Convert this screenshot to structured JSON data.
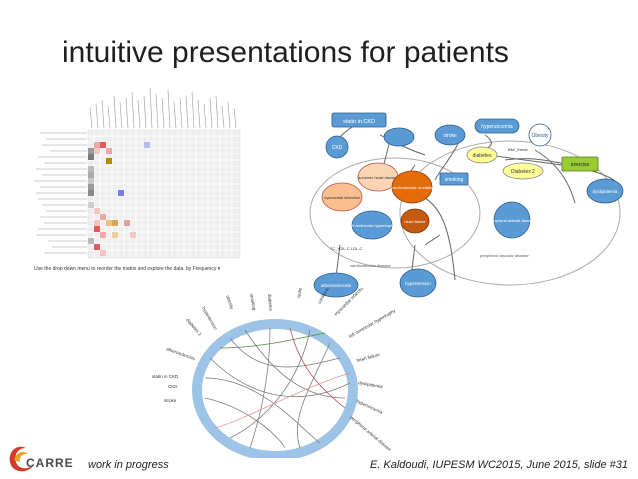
{
  "slide": {
    "title": "intuitive presentations for patients",
    "footer_left": "work in progress",
    "footer_right": "E. Kaldoudi, IUPESM WC2015, June 2015, slide #31",
    "logo_text": "CARRE"
  },
  "matrix_caption": "Use the drop down menu to reorder the matrix and explore the data. by Frequency ▾",
  "graph_nodes": {
    "statin": "statin in CKD",
    "ckd": "CKD",
    "smoking": "smoking",
    "stroke": "stroke",
    "hyperuricemia": "hyperuricemia",
    "obesity": "Obesity",
    "diabetes": "diabetes",
    "bmi": "BMI_threat",
    "diabetes2": "Diabetes 2",
    "exercise": "exercise",
    "ischemic": "ischemic heart disease",
    "cvmortality": "cardiovascular mortality",
    "mi": "myocardial infarction",
    "hf": "heart failure",
    "lvh": "left ventricular hypertrophy",
    "dyslipidemia": "dyslipidemia",
    "pad": "peripheral arterial disease",
    "atherosclerosis": "atherosclerosis",
    "hypertension": "hypertension",
    "tc": "TC_HDL-C LDL-C",
    "cvd_label": "cardiovascular disease",
    "pvd_label": "peripheral vascular disease"
  },
  "chord_labels": [
    "hypertension",
    "obesity",
    "smoking",
    "diabetes",
    "ischemic heart disease",
    "cardiovascular mortality",
    "myocardial infarction",
    "left ventricular hypertrophy",
    "heart failure",
    "dyslipidemia",
    "hyperuricemia",
    "peripheral arterial disease",
    "stroke",
    "atherosclerosis",
    "statin in CKD",
    "CKD",
    "diabetes 2"
  ]
}
